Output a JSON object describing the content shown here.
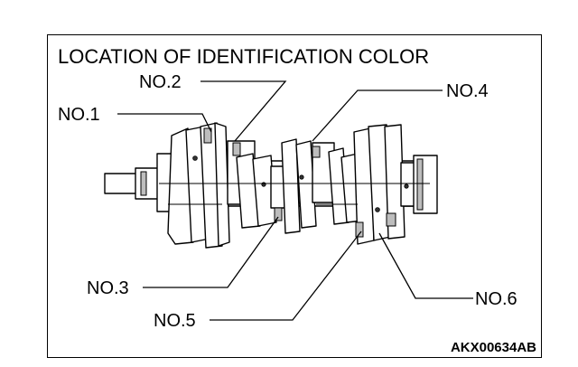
{
  "diagram": {
    "title": "LOCATION OF IDENTIFICATION COLOR",
    "reference_code": "AKX00634AB",
    "callouts": [
      {
        "label": "NO.1"
      },
      {
        "label": "NO.2"
      },
      {
        "label": "NO.3"
      },
      {
        "label": "NO.4"
      },
      {
        "label": "NO.5"
      },
      {
        "label": "NO.6"
      }
    ]
  }
}
